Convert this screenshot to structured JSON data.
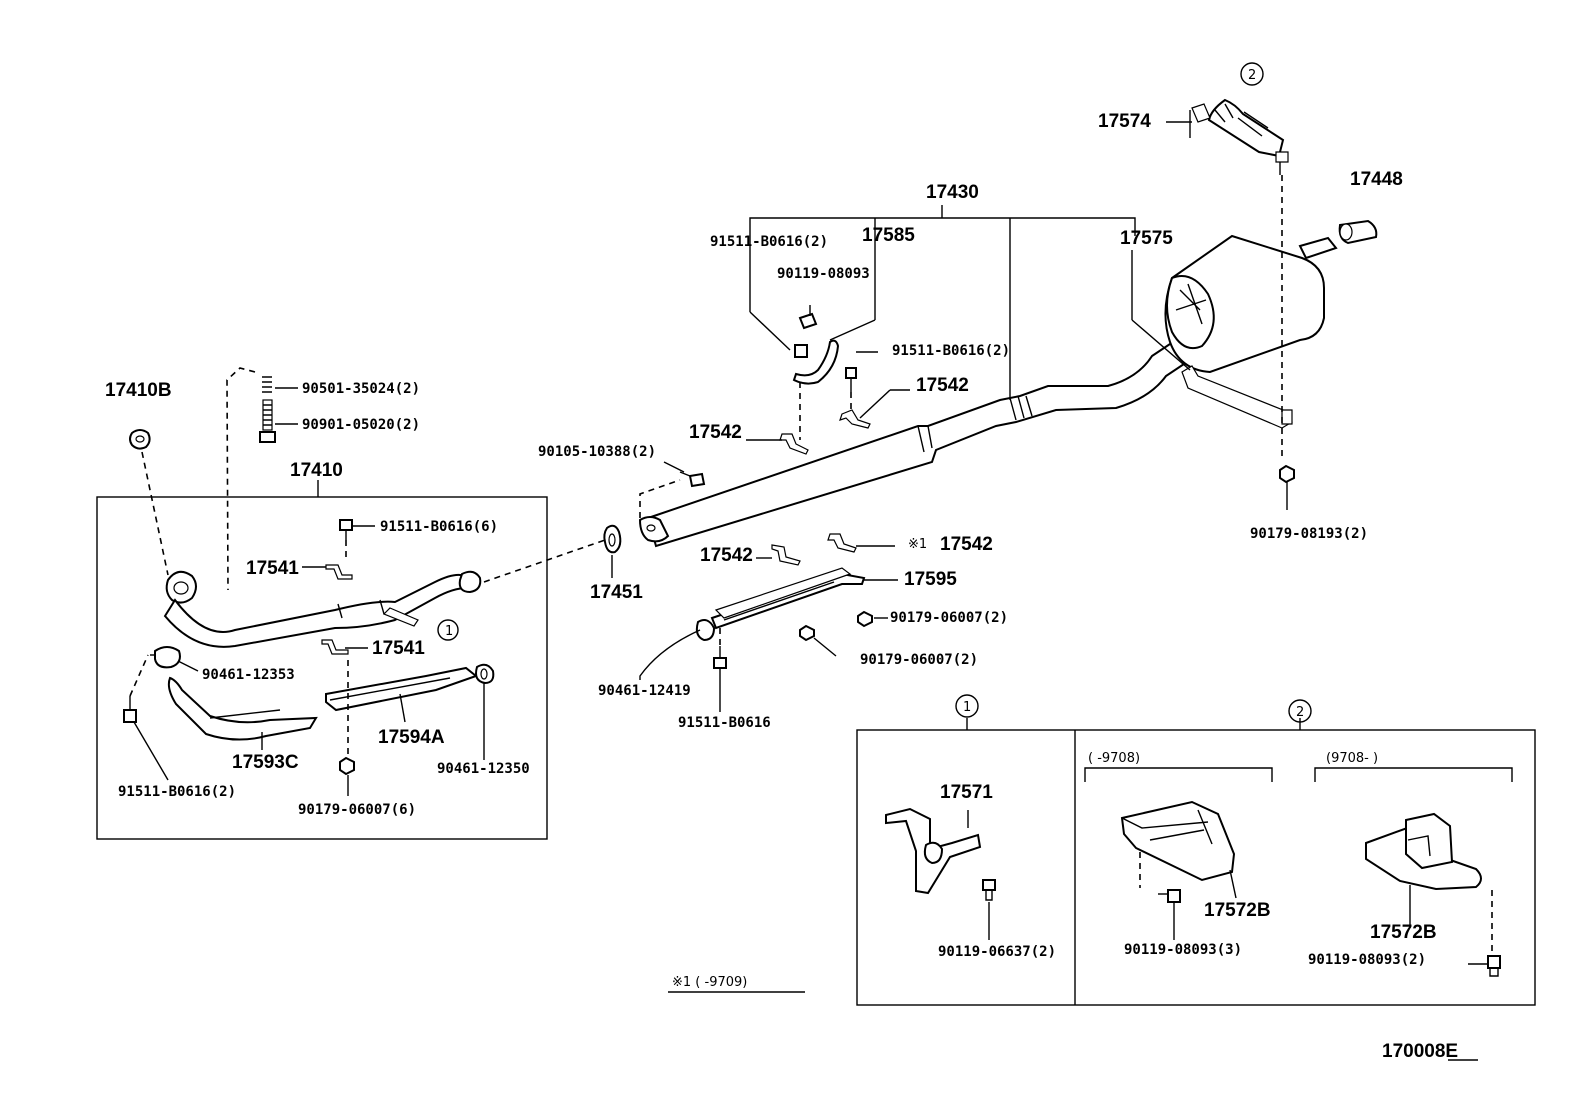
{
  "labels": {
    "p17410B": "17410B",
    "p90501": "90501-35024(2)",
    "p90901": "90901-05020(2)",
    "p17410": "17410",
    "p91511_6": "91511-B0616(6)",
    "p17541a": "17541",
    "p17541b": "17541",
    "p90461_12353": "90461-12353",
    "p17594A": "17594A",
    "p17593C": "17593C",
    "p90461_12350": "90461-12350",
    "p91511_2left": "91511-B0616(2)",
    "p90179_6": "90179-06007(6)",
    "p17451": "17451",
    "p90105": "90105-10388(2)",
    "p17542a": "17542",
    "p17542b": "17542",
    "p17542c": "17542",
    "p17542d": "17542",
    "p17595": "17595",
    "p90179_2a": "90179-06007(2)",
    "p90179_2b": "90179-06007(2)",
    "p90461_12419": "90461-12419",
    "p91511_single": "91511-B0616",
    "p17430": "17430",
    "p91511_2top": "91511-B0616(2)",
    "p17585": "17585",
    "p90119_08093": "90119-08093",
    "p91511_2mid": "91511-B0616(2)",
    "p17575": "17575",
    "p17574": "17574",
    "p17448": "17448",
    "p90179_08193": "90179-08193(2)",
    "p17571": "17571",
    "p90119_06637": "90119-06637(2)",
    "p17572B_a": "17572B",
    "p17572B_b": "17572B",
    "p90119_3": "90119-08093(3)",
    "p90119_2": "90119-08093(2)",
    "range_a": "(     -9708)",
    "range_b": "(9708-     )",
    "footnote": "※1 (     -9709)",
    "note_mark": "※1",
    "callout_1": "1",
    "callout_2": "2",
    "figure_code": "170008E"
  }
}
